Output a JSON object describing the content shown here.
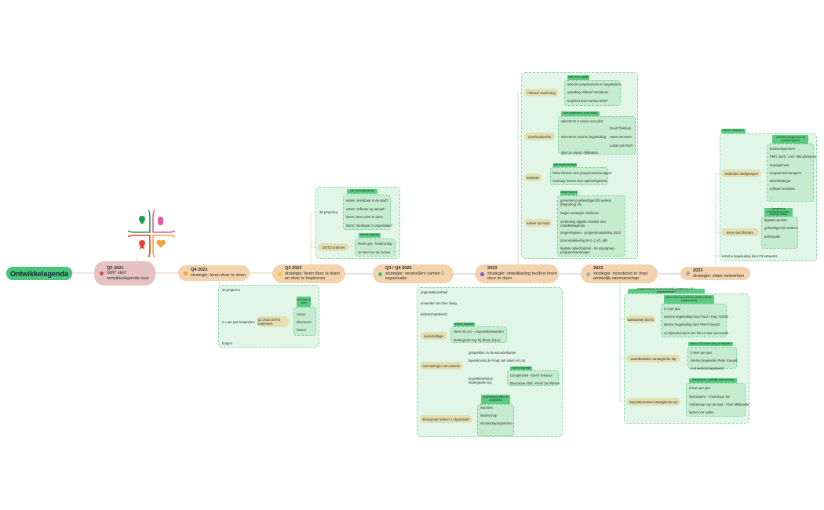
{
  "root": "Ontwikkelagenda",
  "milestones": [
    {
      "period": "Q3 2021",
      "title": "GMT stelt ontwikkelagenda vast",
      "badge": "1",
      "color": "#e6c3c3",
      "badge_color": "#e0454a"
    },
    {
      "period": "Q4 2021",
      "title": "strategie: leren door te doen",
      "badge": "2",
      "color": "#f3d3ae",
      "badge_color": "#f2a33a"
    },
    {
      "period": "Q2 2022",
      "title": "strategie: leren door te doen en door te inspireren",
      "badge": "3",
      "color": "#f3d3ae",
      "badge_color": "#f2c230"
    },
    {
      "period": "Q3 / Q4 2022",
      "title": "strategie: versnellers samen 1 organisatie",
      "badge": "4",
      "color": "#f3d3ae",
      "badge_color": "#3bbf6a"
    },
    {
      "period": "2023",
      "title": "strategie: ontwikkeling toolbox leren door te doen",
      "badge": "5",
      "color": "#f3d3ae",
      "badge_color": "#6c5ce7"
    },
    {
      "period": "2023",
      "title": "strategie: investeren in (top) ambtelijk vakmanschap",
      "badge": "6",
      "color": "#f3d3ae",
      "badge_color": "#a8a8a8"
    },
    {
      "period": "2023",
      "title": "strategie: vitale netwerken",
      "badge": "7",
      "color": "#f3d3ae",
      "badge_color": "#a8a8a8"
    }
  ],
  "logo": {
    "icons": [
      "location-pin-icon",
      "figure-icon",
      "award-rosette-icon",
      "heart-icon"
    ],
    "colors": [
      "#1e9e4a",
      "#e35aa0",
      "#e2412f",
      "#f2a33a"
    ]
  },
  "q4_2021": {
    "items": [
      "33 projecten",
      "4 x per jaar bespreken",
      "borgen"
    ],
    "sub_pill": "Q1 2022 DOTO ondersoek",
    "tag": "voor doen te doen",
    "sub_items": [
      "casus",
      "dilemma's",
      "lessen"
    ]
  },
  "q2_2022": {
    "projects": "32 projecten",
    "tag1": "met inhoudsdynamiek",
    "items1": [
      "extern: merkbaar in de stad?",
      "extern: reflectie op aanpak",
      "intern: leren door te doen",
      "intern: merkbaar in organisatie?"
    ],
    "pill": "DOTO ontmoet",
    "tag2": "externe inspiratie",
    "items2": [
      "Roek Lips - leiderschap",
      "1e keer live na corona"
    ]
  },
  "q34_2022": {
    "items": [
      "organisatieverhaal",
      "ervaarder van Den Haag",
      "leiderschapsbeeld"
    ],
    "avond": {
      "label": "avondcollege",
      "tag": "externe inspiratie",
      "items": [
        "Hans vd Loo - organisatiewaarden",
        "strategische top bij elkaar (SLG)"
      ]
    },
    "ontmoet": {
      "label": "ontmoetingen van waarde",
      "items": [
        "gesprekken in de woonderkamer",
        "bijeenkomst de Praat met Hans vd Loo",
        "inspiratiesessies strategische top"
      ],
      "tag": "externe inspiratie",
      "sub_items": [
        "Complexiteit - Geert Teisman",
        "Duurzame stad - Reint Jan Renes"
      ]
    },
    "stuur": {
      "label": "stuurgroep 'samen 1 organisatie'",
      "tag": "in aanmelding zitten de onderdelen",
      "items": [
        "waarden",
        "leiderschap",
        "introductieprogramma",
        "..."
      ]
    }
  },
  "toolbox": {
    "monitoring": {
      "label": "reflexief monitoring",
      "tag": "leren in de praktijk",
      "items": [
        "selectie programma's en begeleiders",
        "opleiding reflexief monitoren",
        "begeleid door bureau EKRT"
      ]
    },
    "cafes": {
      "label": "doorbraakcafes",
      "tag": "twee maatwerken onder leiden",
      "items": [
        "selecteren 3 casus voor pilot",
        "selecteren externe begeleiding",
        "start 1e casus: Allebarten"
      ],
      "people": [
        "Geert Teisman",
        "Hans Hermsen",
        "Lukas van Esch"
      ]
    },
    "review": {
      "label": "reviewen",
      "tag": "peer review methode",
      "items": [
        "Delta Review voor programmamanagers",
        "Gateway review voor opdrachtgevers"
      ]
    },
    "advies": {
      "label": "advies op maat",
      "tag": "inzagen/advies",
      "items": [
        "governance gebiedsgericht werken (begroting) ZN",
        "kwijten strategie resilience",
        "verbinding digitale transitie met ontwikkelagenda",
        "omgevingswet - programmaindeling 2023",
        "doorontwikkeling BAS, LAO, MB",
        "digitale opleiding/tool - tot stuurgroep - programmamanager"
      ]
    }
  },
  "vakmanschap": {
    "tag": "programmaraad stuurt inhoudelijk (doelgroep) 4 W + programmaraad?",
    "basis": {
      "label": "basisatelier DOTO",
      "tag": "thema 2023 productieve publiek-publieke samenwerking",
      "items": [
        "6 x per jaar",
        "externe begeleiding door Paul 't Hart, NSOB",
        "interne begeleiding door Peter Kievast",
        "1e bijeenkomst is een feit en was succesvol!"
      ]
    },
    "waarde": {
      "label": "waardeateliers strategische top",
      "tag": "thema 2023 leiderschap en waarden",
      "items": [
        "2 keer per jaar",
        "interne begeleider Peter Kievast",
        "met leiderschapsbeeld"
      ]
    },
    "inspiratie": {
      "label": "inspiratiesessies strategische top",
      "tag": "onderwerpen: ambtelijk vakmanschap",
      "items": [
        "8 keer per jaar",
        "Vertrouwen - Frederique Six",
        "Ambtenaar van de stad - Floor Milikowski",
        "leider in te vullen"
      ]
    }
  },
  "netwerken": {
    "tag": "leren in netwerken",
    "verbinden": {
      "label": "verbinden doelgroepen",
      "tag": "verbinden doelgroepen bij ontwikkelagenda",
      "items": [
        "businesspartners",
        "PMO, BSG, LAO, MB adviseurs",
        "management",
        "programmamanagers",
        "BSG/strategie",
        "reflexief monitors",
        "..."
      ]
    },
    "themas": {
      "label": "leren rond thema's",
      "tag": "thematische ontwikkeling: kennis, ervaring, lessen",
      "items": [
        "digitale transitie",
        "gebiedsgericht werken",
        "participatie",
        "..."
      ]
    },
    "extern": "externe begeleiding door P3-netwerks"
  }
}
